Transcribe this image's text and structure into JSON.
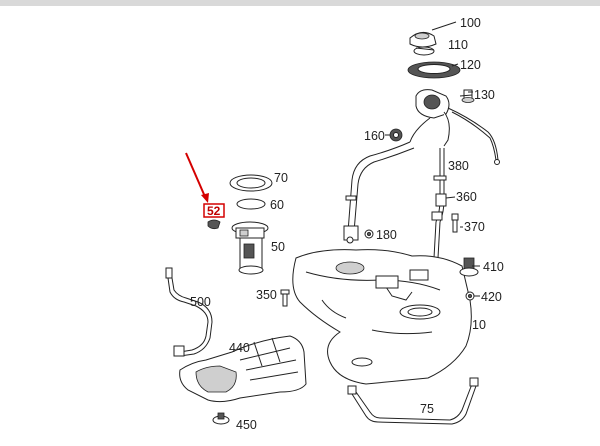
{
  "diagram": {
    "highlight_color": "#d40000",
    "highlighted_label": "52",
    "labels": [
      "100",
      "110",
      "120",
      "130",
      "160",
      "380",
      "360",
      "370",
      "180",
      "70",
      "60",
      "50",
      "410",
      "420",
      "350",
      "10",
      "500",
      "440",
      "75",
      "450"
    ]
  }
}
